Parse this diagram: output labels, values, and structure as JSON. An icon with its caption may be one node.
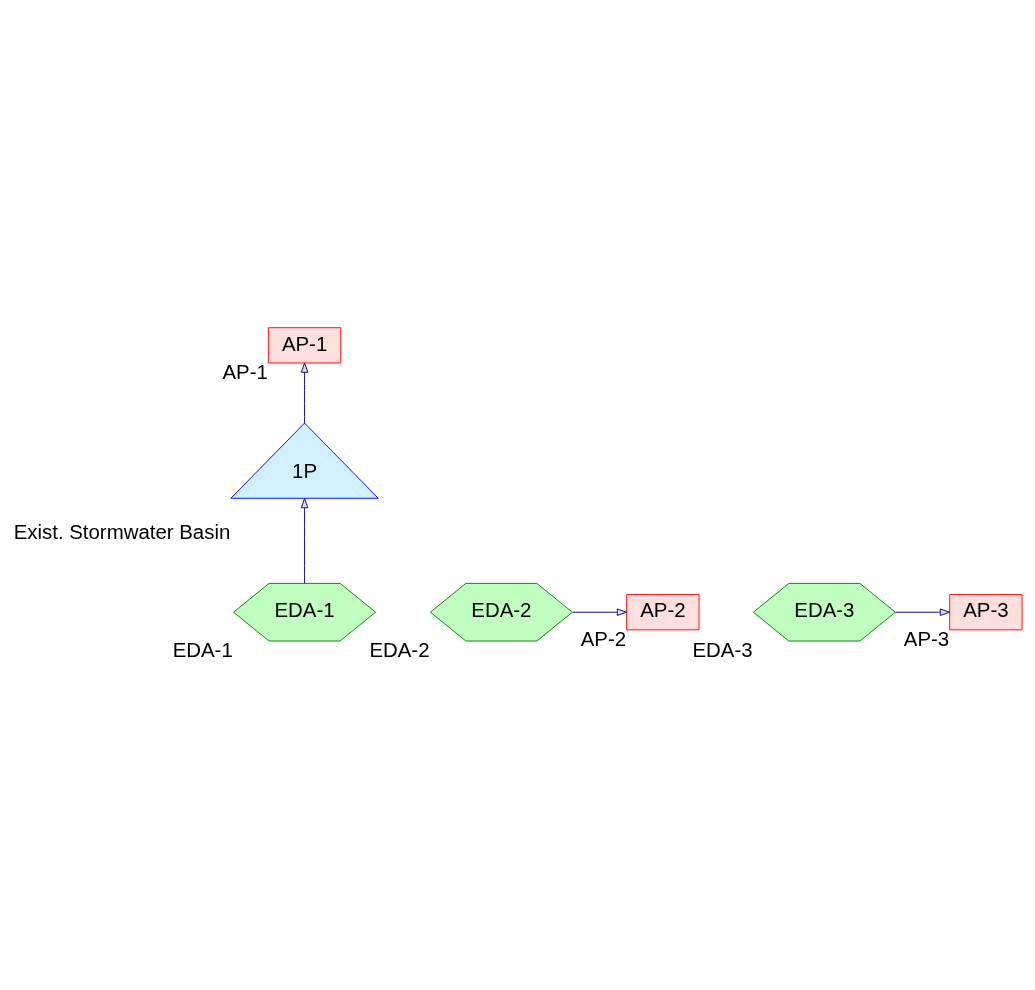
{
  "diagram": {
    "nodes": [
      {
        "text": [
          "AP-1"
        ],
        "beside": [
          "AP-1"
        ]
      },
      {
        "text": [
          "1P"
        ],
        "beside": [
          "Exist. Stormwater Basin"
        ]
      },
      {
        "text": [
          "EDA-1"
        ],
        "beside": [
          "EDA-1"
        ]
      },
      {
        "text": [
          "AP-2"
        ],
        "beside": [
          "AP-2"
        ]
      },
      {
        "text": [
          "EDA-2"
        ],
        "beside": [
          "EDA-2"
        ]
      },
      {
        "text": [
          "EDA-3"
        ],
        "beside": [
          "EDA-3"
        ]
      },
      {
        "text": [
          "AP-3"
        ],
        "beside": [
          "AP-3"
        ]
      }
    ],
    "edges": [
      {
        "from": 1,
        "to": 0,
        "arrow": "to"
      },
      {
        "from": 2,
        "to": 1,
        "arrow": "to"
      },
      {
        "from": 4,
        "to": 3,
        "arrow": "to"
      },
      {
        "from": 5,
        "to": 6,
        "arrow": "to"
      }
    ]
  }
}
